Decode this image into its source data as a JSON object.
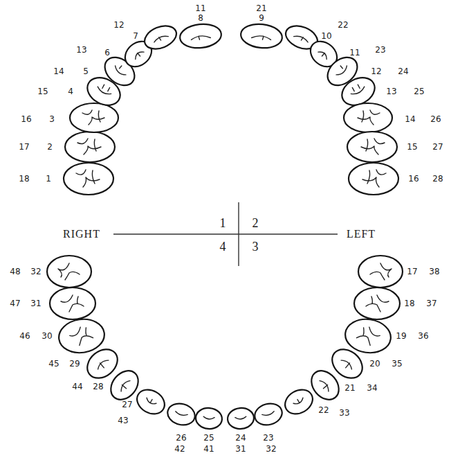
{
  "diagram": {
    "labels": [
      "18",
      "1",
      "17",
      "2",
      "16",
      "3",
      "15",
      "4",
      "14",
      "5",
      "13",
      "6",
      "12",
      "7",
      "11",
      "8",
      "21",
      "9",
      "10",
      "22",
      "11",
      "23",
      "12",
      "24",
      "13",
      "25",
      "14",
      "26",
      "15",
      "27",
      "16",
      "28",
      "1",
      "2",
      "RIGHT",
      "LEFT",
      "4",
      "3",
      "48",
      "32",
      "47",
      "31",
      "46",
      "30",
      "45",
      "29",
      "44",
      "28",
      "27",
      "43",
      "26",
      "42",
      "25",
      "41",
      "24",
      "31",
      "23",
      "32",
      "22",
      "33",
      "21",
      "34",
      "20",
      "35",
      "19",
      "36",
      "18",
      "37",
      "17",
      "38"
    ]
  }
}
